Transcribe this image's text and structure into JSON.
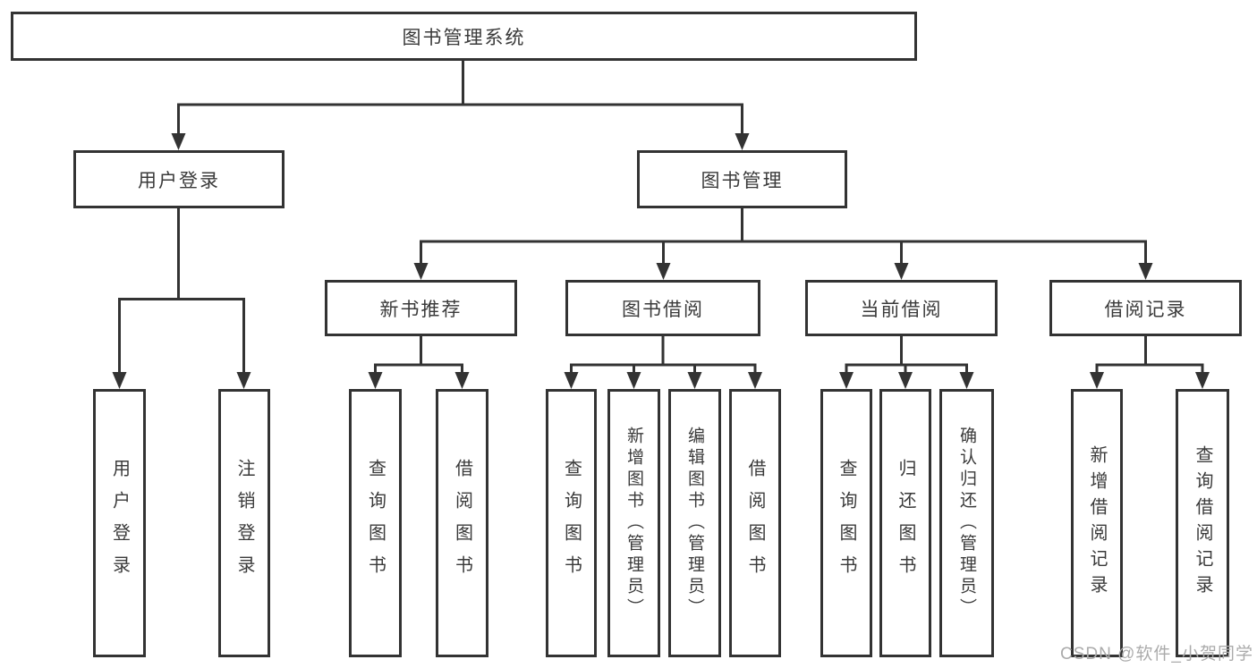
{
  "root": {
    "label": "图书管理系统"
  },
  "branches": {
    "user_login": {
      "label": "用户登录",
      "children": [
        "用户登录",
        "注销登录"
      ]
    },
    "book_management": {
      "label": "图书管理",
      "children": {
        "new_book_recommend": {
          "label": "新书推荐",
          "children": [
            "查询图书",
            "借阅图书"
          ]
        },
        "book_borrowing": {
          "label": "图书借阅",
          "children": [
            "查询图书",
            "新增图书（管理员）",
            "编辑图书（管理员）",
            "借阅图书"
          ]
        },
        "current_borrowing": {
          "label": "当前借阅",
          "children": [
            "查询图书",
            "归还图书",
            "确认归还（管理员）"
          ]
        },
        "borrowing_records": {
          "label": "借阅记录",
          "children": [
            "新增借阅记录",
            "查询借阅记录"
          ]
        }
      }
    }
  },
  "watermark": "CSDN @软件_小贺同学",
  "colors": {
    "line": "#333333",
    "text": "#3a3a3a",
    "background": "#ffffff",
    "watermark": "#ababab"
  }
}
